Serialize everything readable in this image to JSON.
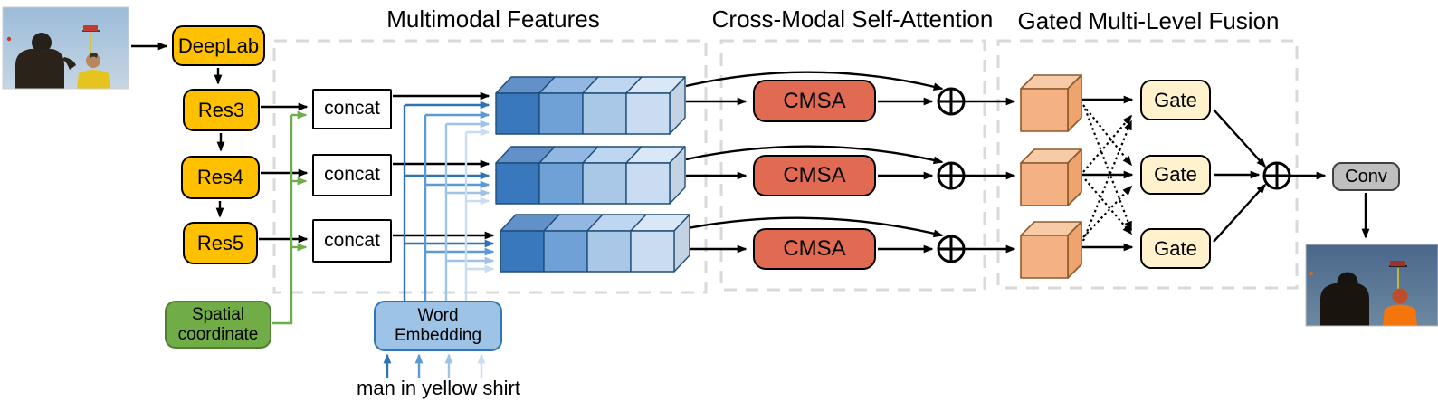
{
  "titles": {
    "multimodal": "Multimodal Features",
    "cross_modal": "Cross-Modal Self-Attention",
    "fusion": "Gated Multi-Level Fusion"
  },
  "boxes": {
    "deeplab": "DeepLab",
    "res3": "Res3",
    "res4": "Res4",
    "res5": "Res5",
    "spatial_coordinate": "Spatial coordinate",
    "concat": "concat",
    "word_embedding": "Word Embedding",
    "cmsa": "CMSA",
    "gate": "Gate",
    "conv": "Conv"
  },
  "query_text": "man in yellow shirt",
  "symbols": {
    "sum": "circle-plus"
  },
  "colors": {
    "backbone_box": "#FFC000",
    "spatial_box": "#70AD47",
    "word_embedding_box": "#9DC3E6",
    "cmsa_box": "#E16A52",
    "gate_box": "#FFF2CC",
    "conv_box": "#BFBFBF",
    "green_arrow": "#6FAE46",
    "blue_arrows": [
      "#2E74B5",
      "#5B9BD5",
      "#9DC3E6",
      "#C9DDF1"
    ],
    "blue_cube_fronts": [
      "#3A78BE",
      "#6FA0D6",
      "#A9C8E8",
      "#C9DCF2"
    ],
    "orange_cube": "#F4B183",
    "dashed_region": "#D9D9D9"
  },
  "images": {
    "input": "two men flying a kite under blue sky",
    "output": "man in yellow shirt segmented in orange"
  }
}
